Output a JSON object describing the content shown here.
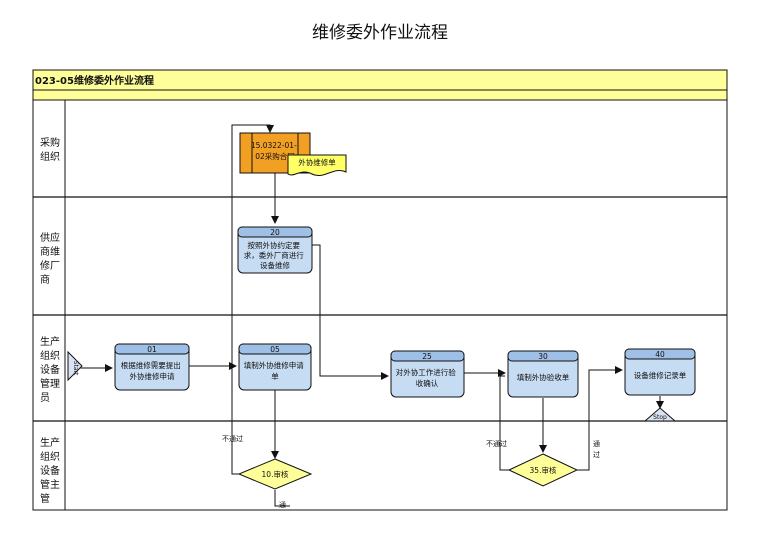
{
  "page": {
    "title": "维修委外作业流程"
  },
  "header_bar": {
    "label": "023-05维修委外作业流程"
  },
  "lanes": [
    {
      "label_lines": [
        "采购",
        "组织"
      ]
    },
    {
      "label_lines": [
        "供应",
        "商维",
        "修厂",
        "商"
      ]
    },
    {
      "label_lines": [
        "生产",
        "组织",
        "设备",
        "管理",
        "员"
      ]
    },
    {
      "label_lines": [
        "生产",
        "组织",
        "设备",
        "管主",
        "管"
      ]
    }
  ],
  "nodes": {
    "contract": {
      "lines": [
        "15.0322-01-",
        "02采购合同"
      ]
    },
    "document": {
      "text": "外协维修单"
    },
    "s20": {
      "id": "20",
      "lines": [
        "按照外协约定要",
        "求，委外厂商进行",
        "设备维修"
      ]
    },
    "s01": {
      "id": "01",
      "lines": [
        "根据维修需要提出",
        "外协维修申请"
      ]
    },
    "s05": {
      "id": "05",
      "lines": [
        "填制外协维修申请",
        "单"
      ]
    },
    "s25": {
      "id": "25",
      "lines": [
        "对外协工作进行验",
        "收确认"
      ]
    },
    "s30": {
      "id": "30",
      "lines": [
        "填制外协验收单"
      ]
    },
    "s40": {
      "id": "40",
      "lines": [
        "设备维修记录单"
      ]
    },
    "d10": {
      "text": "10.审核"
    },
    "d35": {
      "text": "35.审核"
    },
    "start_label": "Start",
    "stop_label": "Stop"
  },
  "edge_labels": {
    "reject_10": "不通过",
    "pass_10": "通",
    "reject_35": "不通过",
    "pass_35": [
      "通",
      "过"
    ]
  },
  "colors": {
    "header_yellow": "#ffff99",
    "process_fill": "#c6dcf2",
    "process_header": "#9fc0e6",
    "contract_fill": "#f2a024",
    "document_fill": "#ffff66",
    "diamond_fill": "#ffff99"
  }
}
